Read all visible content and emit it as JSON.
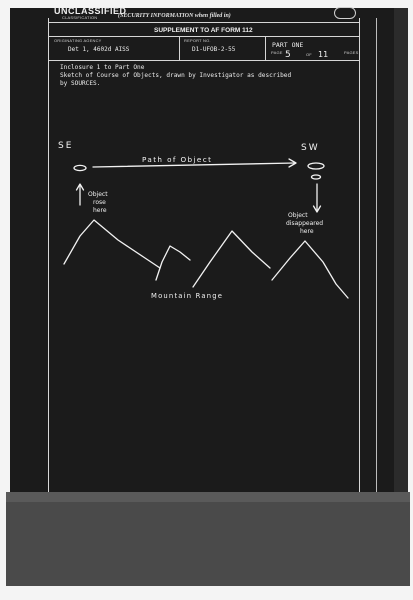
{
  "header": {
    "classification": "UNCLASSIFIED",
    "classification_caption": "CLASSIFICATION",
    "security_note": "(SECURITY INFORMATION when filled in)",
    "form_title": "SUPPLEMENT TO AF FORM 112"
  },
  "fields": {
    "originating_agency_label": "ORIGINATING AGENCY",
    "originating_agency_value": "Det 1, 4602d AISS",
    "report_no_label": "REPORT NO.",
    "report_no_value": "D1-UFOB-2-55",
    "part_value": "PART ONE",
    "page_label": "PAGE",
    "page_value": "5",
    "of_label": "OF",
    "pages_value": "11",
    "pages_label": "PAGES"
  },
  "body": {
    "line1": "Inclosure 1 to Part One",
    "line2": "Sketch of Course of Objects, drawn by Investigator as described",
    "line3": "by SOURCES."
  },
  "sketch": {
    "se_label": "SE",
    "sw_label": "SW",
    "path_label": "Path of Object",
    "rose_line1": "Object",
    "rose_line2": "rose",
    "rose_line3": "here",
    "disappeared_line1": "Object",
    "disappeared_line2": "disappeared",
    "disappeared_line3": "here",
    "mountain_label": "Mountain Range"
  }
}
